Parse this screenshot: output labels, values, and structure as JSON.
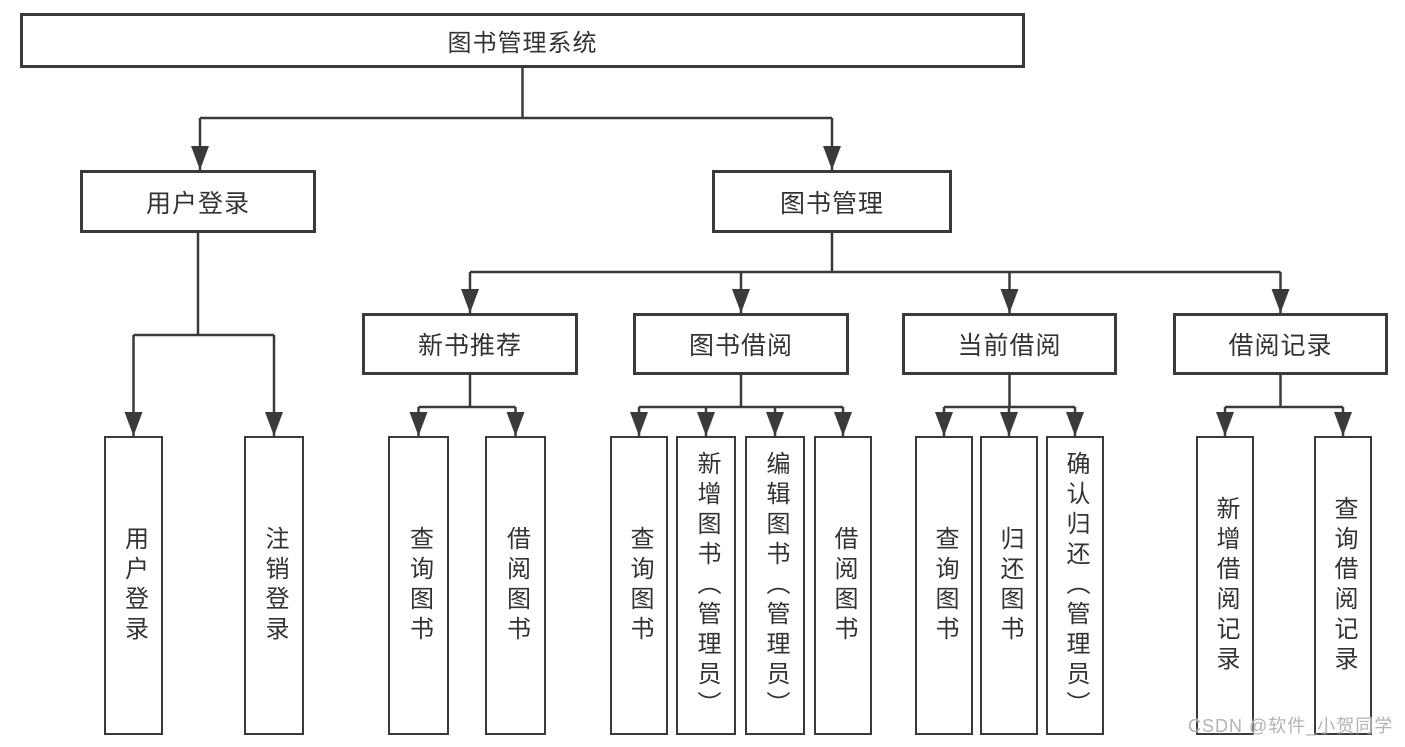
{
  "diagram": {
    "root": {
      "label": "图书管理系统",
      "children": [
        {
          "label": "用户登录",
          "children": [
            {
              "label": "用户登录"
            },
            {
              "label": "注销登录"
            }
          ]
        },
        {
          "label": "图书管理",
          "children": [
            {
              "label": "新书推荐",
              "children": [
                {
                  "label": "查询图书"
                },
                {
                  "label": "借阅图书"
                }
              ]
            },
            {
              "label": "图书借阅",
              "children": [
                {
                  "label": "查询图书"
                },
                {
                  "label": "新增图书（管理员）"
                },
                {
                  "label": "编辑图书（管理员）"
                },
                {
                  "label": "借阅图书"
                }
              ]
            },
            {
              "label": "当前借阅",
              "children": [
                {
                  "label": "查询图书"
                },
                {
                  "label": "归还图书"
                },
                {
                  "label": "确认归还（管理员）"
                }
              ]
            },
            {
              "label": "借阅记录",
              "children": [
                {
                  "label": "新增借阅记录"
                },
                {
                  "label": "查询借阅记录"
                }
              ]
            }
          ]
        }
      ]
    }
  },
  "watermark": {
    "text": "CSDN @软件_小贺同学"
  },
  "colors": {
    "line": "#3a3a3a",
    "border": "#3a3a3a",
    "text": "#333333",
    "background": "#ffffff",
    "watermark": "#b3b3b3"
  }
}
